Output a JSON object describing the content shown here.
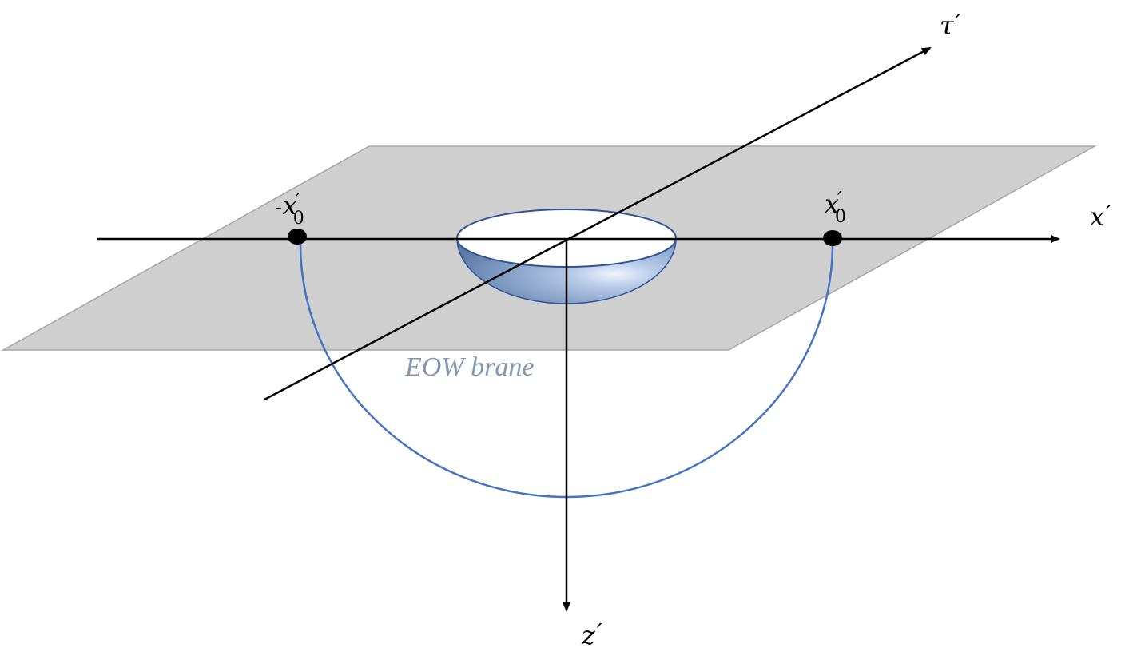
{
  "axes": {
    "tau": {
      "symbol": "τ",
      "prime": "′"
    },
    "x": {
      "symbol": "x",
      "prime": "′"
    },
    "z": {
      "symbol": "z",
      "prime": "′"
    }
  },
  "points": {
    "left": {
      "sign": "-",
      "symbol": "x",
      "prime": "′",
      "sub": "0"
    },
    "right": {
      "symbol": "x",
      "prime": "′",
      "sub": "0"
    }
  },
  "brane_label": "EOW brane",
  "colors": {
    "plane_fill": "#d0cfcf",
    "plane_edge": "#a6a6a6",
    "arc": "#4472c4",
    "hemisphere_edge": "#2f5597",
    "brane_text": "#8497b0",
    "axis": "#000000"
  }
}
